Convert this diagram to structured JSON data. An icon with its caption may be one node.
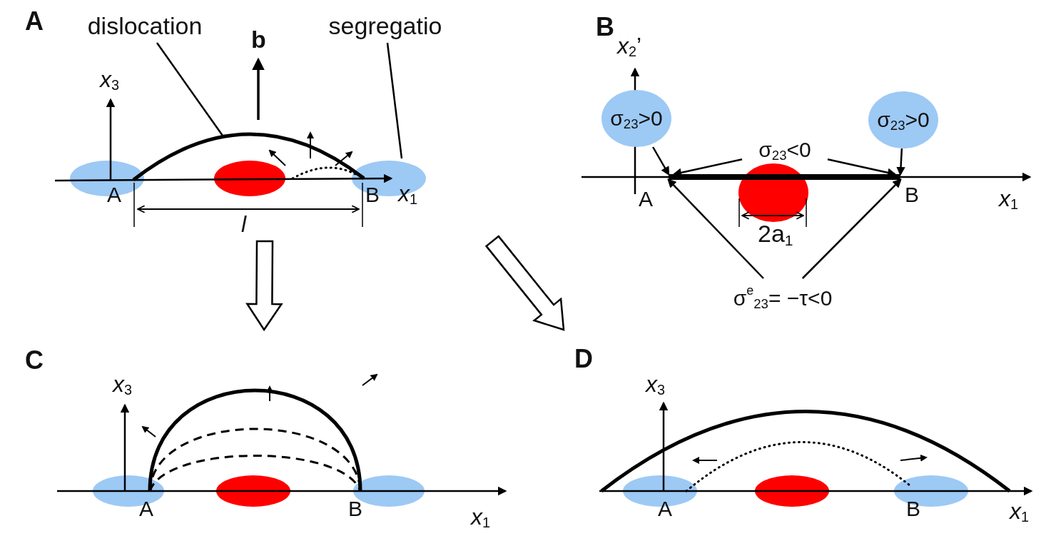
{
  "diagram": {
    "nodes": [
      {
        "text": [
          "A"
        ]
      },
      {
        "text": [
          "dislocation"
        ],
        "in": 0
      },
      {
        "text": [
          "segregatio"
        ],
        "in": 0
      },
      {
        "text": [
          "B"
        ]
      },
      {
        "text": [
          "σ$_{23}$>0"
        ],
        "in": 3
      },
      {
        "text": [
          "σ$_{23}$>0"
        ],
        "in": 3
      },
      {
        "text": [
          "σ$_{23}$<0"
        ],
        "in": 3
      },
      {
        "text": [
          "σ$^{e}$$_{23}$= −τ<0"
        ]
      },
      {
        "text": [
          "C"
        ]
      },
      {
        "text": [
          "D"
        ]
      },
      {
        "text": [],
        "shape": "bar",
        "in": 3
      }
    ],
    "edges": [
      {
        "from": 0,
        "to": 8,
        "arrow": "to",
        "style": "thick"
      },
      {
        "from": 0,
        "to": 9,
        "arrow": "to",
        "style": "thick"
      },
      {
        "from": 1,
        "to": null,
        "arrow": "none"
      },
      {
        "from": 2,
        "to": null,
        "arrow": "none"
      },
      {
        "from": 4,
        "to": 10,
        "arrow": "to"
      },
      {
        "from": 5,
        "to": 10,
        "arrow": "to"
      },
      {
        "from": 6,
        "to": 10,
        "arrow": "to"
      },
      {
        "from": 6,
        "to": 10,
        "arrow": "to"
      },
      {
        "from": 7,
        "to": 10,
        "arrow": "to"
      },
      {
        "from": 7,
        "to": 10,
        "arrow": "to"
      }
    ],
    "labels": [
      "b",
      "*x*$_{3}$",
      "A",
      "B",
      "*x*$_{1}$",
      "l",
      "*x*$_{2}$’",
      "A",
      "B",
      "*x*$_{1}$",
      "2a$_{1}$",
      "*x*$_{3}$",
      "A",
      "B",
      "*x*$_{1}$",
      "*x*$_{3}$",
      "A",
      "B",
      "*x*$_{1}$"
    ]
  }
}
